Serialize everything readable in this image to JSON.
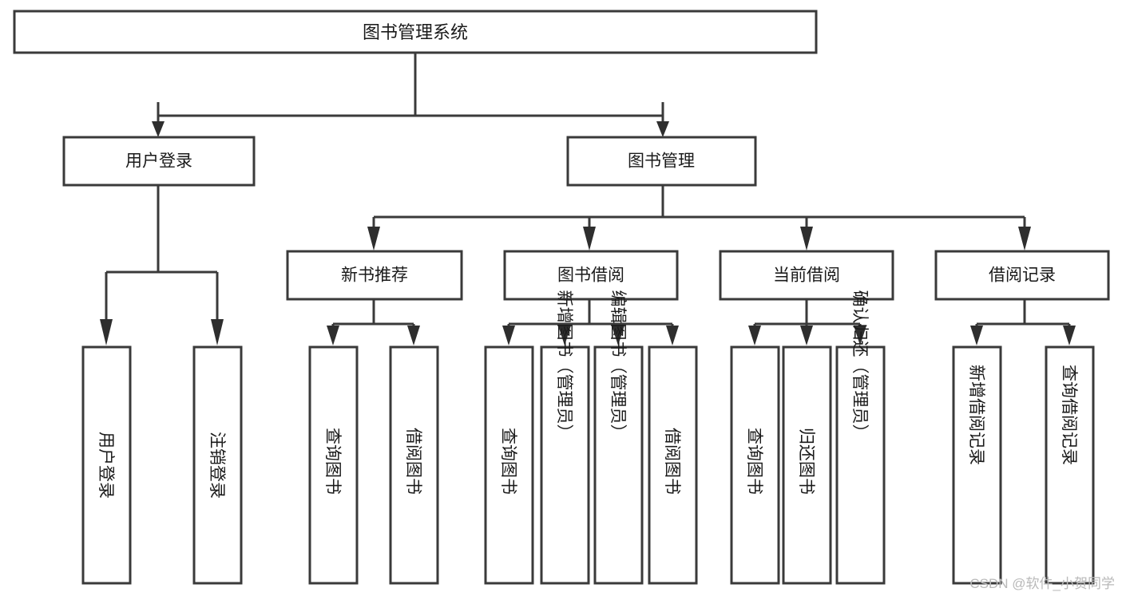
{
  "diagram": {
    "title": "图书管理系统",
    "type": "tree-hierarchy",
    "watermark": "CSDN @软件_小贺同学",
    "colors": {
      "background": "#ffffff",
      "box_border": "#3a3a3a",
      "box_fill": "#ffffff",
      "connector": "#3a3a3a",
      "text": "#1a1a1a",
      "watermark": "#b9b9b9"
    },
    "root": {
      "label": "图书管理系统"
    },
    "level2": [
      {
        "label": "用户登录"
      },
      {
        "label": "图书管理"
      }
    ],
    "level3": [
      {
        "label": "新书推荐"
      },
      {
        "label": "图书借阅"
      },
      {
        "label": "当前借阅"
      },
      {
        "label": "借阅记录"
      }
    ],
    "leaves": {
      "user_login": [
        {
          "label": "用户登录"
        },
        {
          "label": "注销登录"
        }
      ],
      "new_book_recommend": [
        {
          "label": "查询图书"
        },
        {
          "label": "借阅图书"
        }
      ],
      "book_borrow": [
        {
          "label": "查询图书"
        },
        {
          "label": "新增图书（管理员）"
        },
        {
          "label": "编辑图书（管理员）"
        },
        {
          "label": "借阅图书"
        }
      ],
      "current_borrow": [
        {
          "label": "查询图书"
        },
        {
          "label": "归还图书"
        },
        {
          "label": "确认归还（管理员）"
        }
      ],
      "borrow_record": [
        {
          "label": "新增借阅记录"
        },
        {
          "label": "查询借阅记录"
        }
      ]
    }
  }
}
